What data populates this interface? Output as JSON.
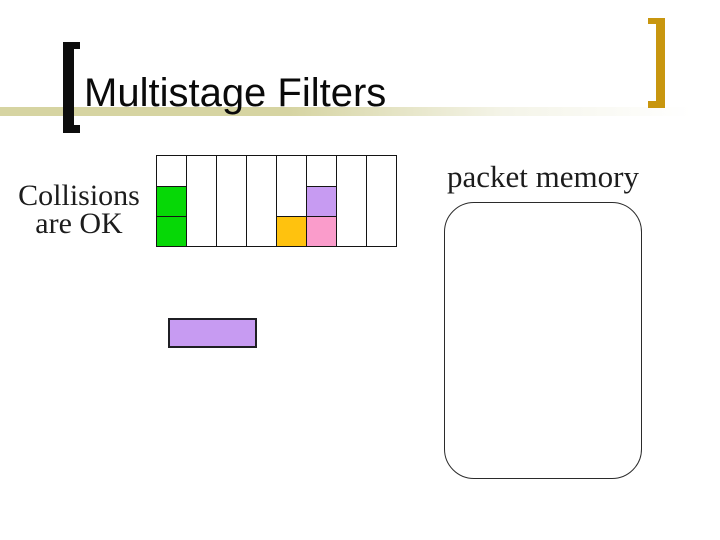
{
  "slide_title": "Multistage Filters",
  "labels": {
    "collisions_line1": "Collisions",
    "collisions_line2": "are OK",
    "packet_memory": "packet memory"
  },
  "colors": {
    "title_text": "#0a0a0a",
    "body_text": "#1c1c1c",
    "bracket_left": "#0d0d0d",
    "bracket_right": "#c8960f",
    "band_khaki": "#d6d4a2",
    "grid_line": "#141414",
    "cell_green": "#06d806",
    "cell_orange": "#ffc20e",
    "cell_purple": "#c79bf2",
    "cell_pink": "#fa9ccb",
    "flow_rect_purple": "#c79bf2"
  },
  "counter_grid": {
    "columns": 8,
    "rows": 3,
    "filled_cells": [
      {
        "col": 0,
        "row": 1,
        "color_key": "cell_green"
      },
      {
        "col": 0,
        "row": 2,
        "color_key": "cell_green"
      },
      {
        "col": 4,
        "row": 2,
        "color_key": "cell_orange"
      },
      {
        "col": 5,
        "row": 1,
        "color_key": "cell_purple"
      },
      {
        "col": 5,
        "row": 2,
        "color_key": "cell_pink"
      }
    ]
  }
}
